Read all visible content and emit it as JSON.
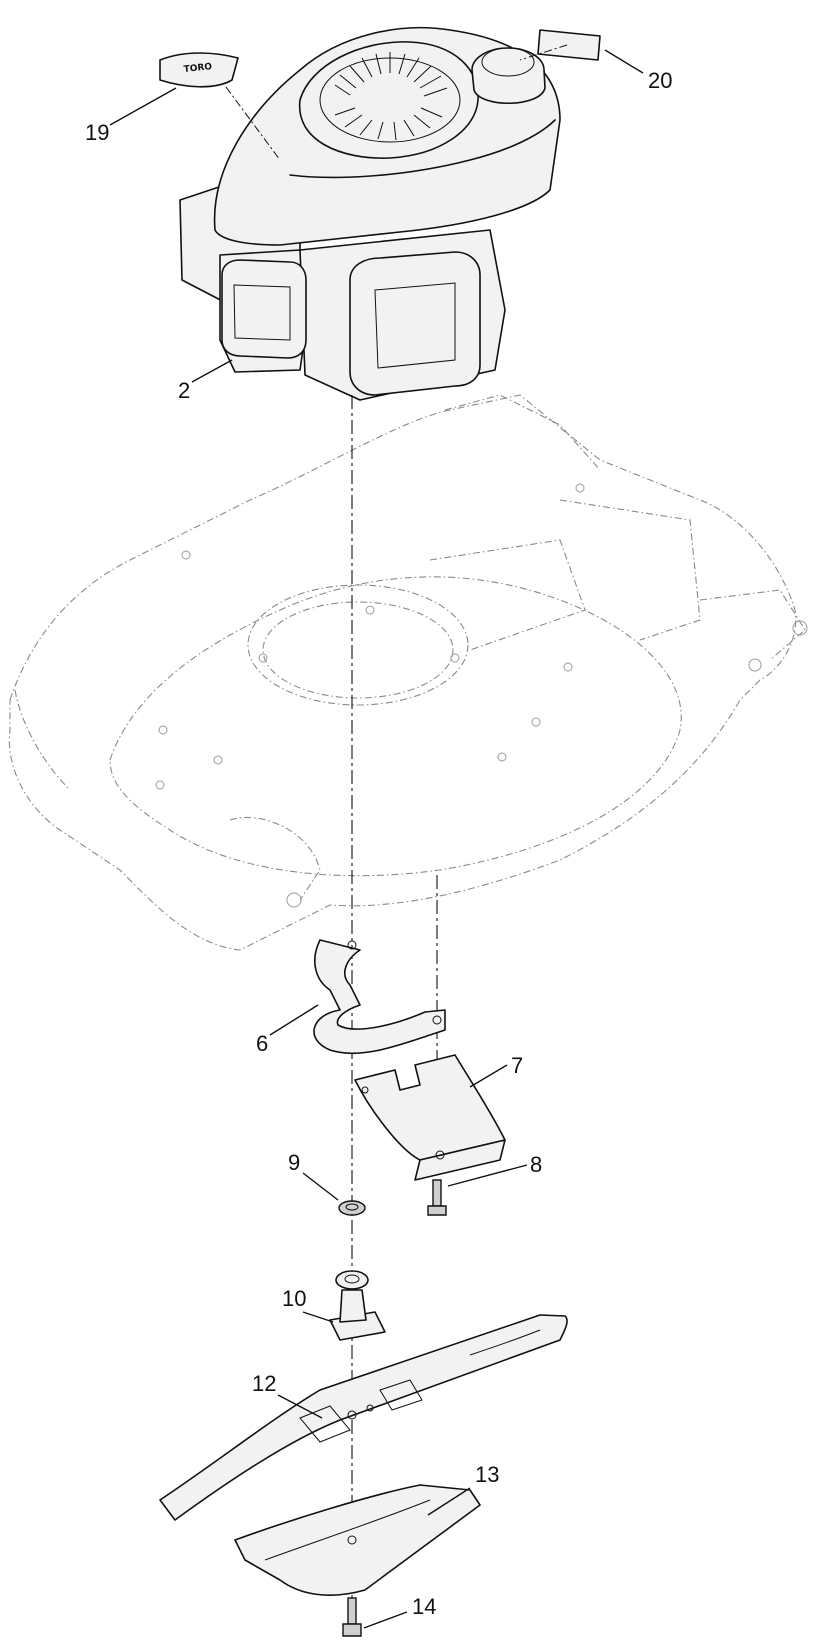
{
  "callouts": {
    "engine": "2",
    "blade_brake_bracket": "6",
    "baffle": "7",
    "bolt": "8",
    "washer": "9",
    "blade_adapter": "10",
    "blade": "12",
    "mulching_plate": "13",
    "blade_bolt": "14",
    "decal_engine": "19",
    "decal_cap": "20"
  },
  "decal_text": "TORO"
}
